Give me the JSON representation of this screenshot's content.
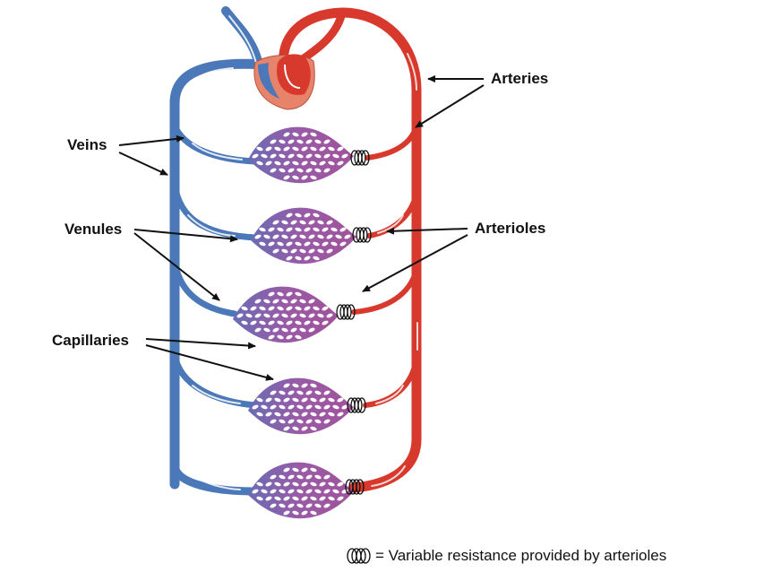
{
  "labels": {
    "arteries": "Arteries",
    "veins": "Veins",
    "venules": "Venules",
    "capillaries": "Capillaries",
    "arterioles": "Arterioles"
  },
  "legend": {
    "text": "= Variable resistance provided by arterioles",
    "icon": "coil-icon"
  },
  "colors": {
    "vein": "#4a78b8",
    "artery": "#d8392d",
    "capillary": "#9a5aa6",
    "heart": "#e8836b"
  }
}
